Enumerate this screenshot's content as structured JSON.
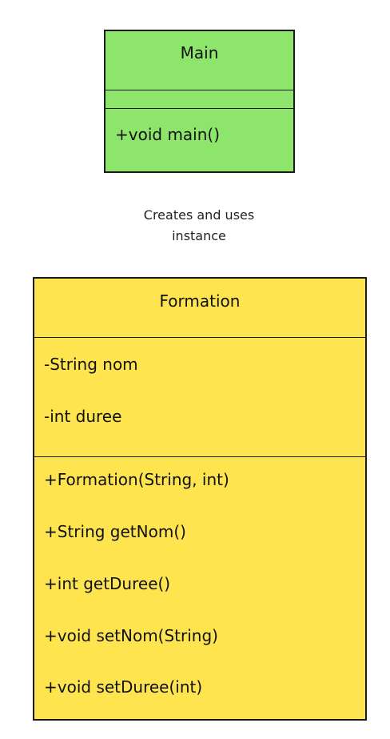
{
  "colors": {
    "main_fill": "#8ee56c",
    "formation_fill": "#fee54f",
    "border": "#1a1a1a"
  },
  "main_class": {
    "name": "Main",
    "attributes": [],
    "methods": [
      "+void main()"
    ]
  },
  "relation": {
    "label_line1": "Creates and uses",
    "label_line2": "instance"
  },
  "formation_class": {
    "name": "Formation",
    "attributes": [
      "-String nom",
      "-int duree"
    ],
    "methods": [
      "+Formation(String, int)",
      "+String getNom()",
      "+int getDuree()",
      "+void setNom(String)",
      "+void setDuree(int)"
    ]
  }
}
